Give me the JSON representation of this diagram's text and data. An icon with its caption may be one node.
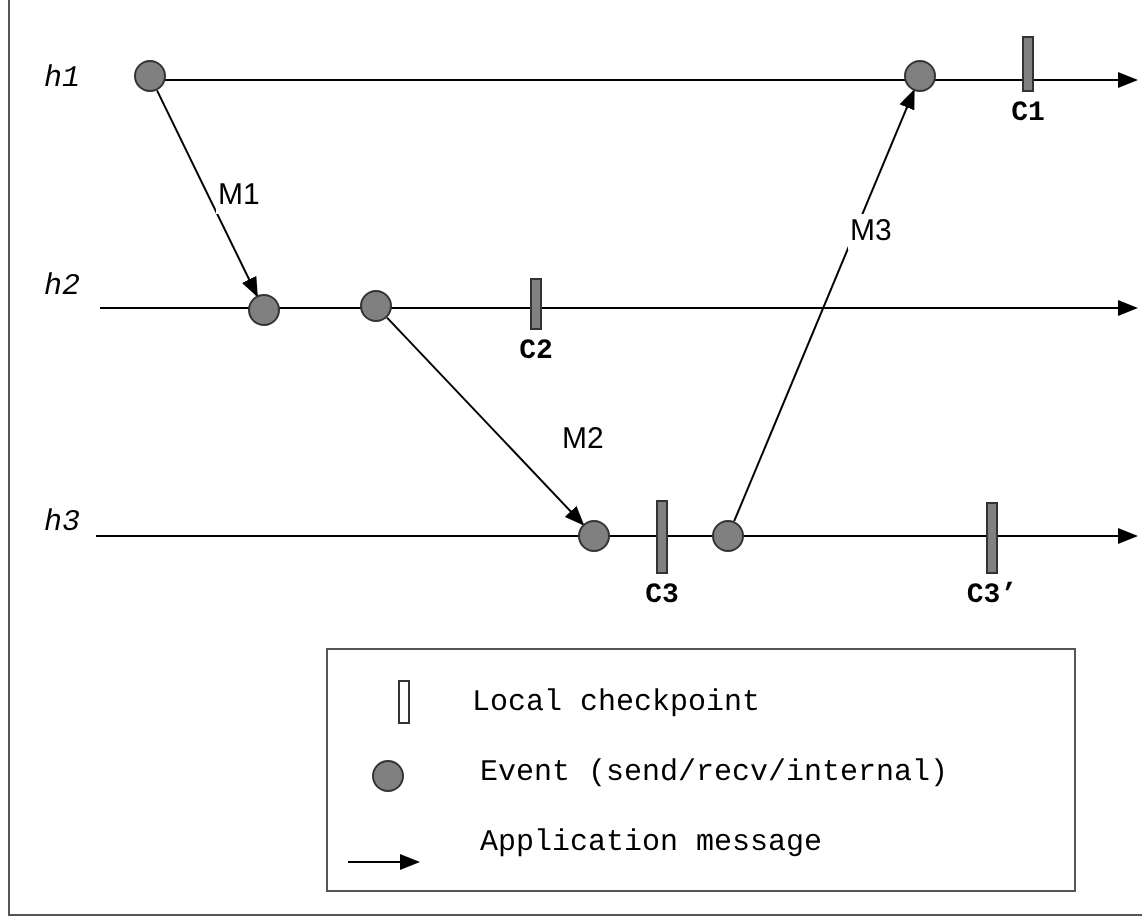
{
  "diagram": {
    "nodes": [
      {
        "text": [],
        "shape": "circle"
      },
      {
        "text": [],
        "shape": "circle"
      },
      {
        "text": [
          "C1"
        ]
      },
      {
        "text": [],
        "shape": "circle"
      },
      {
        "text": [],
        "shape": "circle"
      },
      {
        "text": [
          "C2"
        ]
      },
      {
        "text": [],
        "shape": "circle"
      },
      {
        "text": [
          "C3"
        ]
      },
      {
        "text": [],
        "shape": "circle"
      },
      {
        "text": [
          "C3’"
        ]
      }
    ],
    "edges": [
      {
        "from": 0,
        "to": 3,
        "arrow": "to",
        "label": "M1"
      },
      {
        "from": 4,
        "to": 6,
        "arrow": "to",
        "label": "M2"
      },
      {
        "from": 8,
        "to": 1,
        "arrow": "to",
        "label": "M3"
      }
    ],
    "labels": [
      "h1",
      "h2",
      "h3"
    ],
    "legend": [
      {
        "text": "Local checkpoint"
      },
      {
        "text": "Event (send/recv/internal)"
      },
      {
        "text": "Application message"
      }
    ]
  }
}
